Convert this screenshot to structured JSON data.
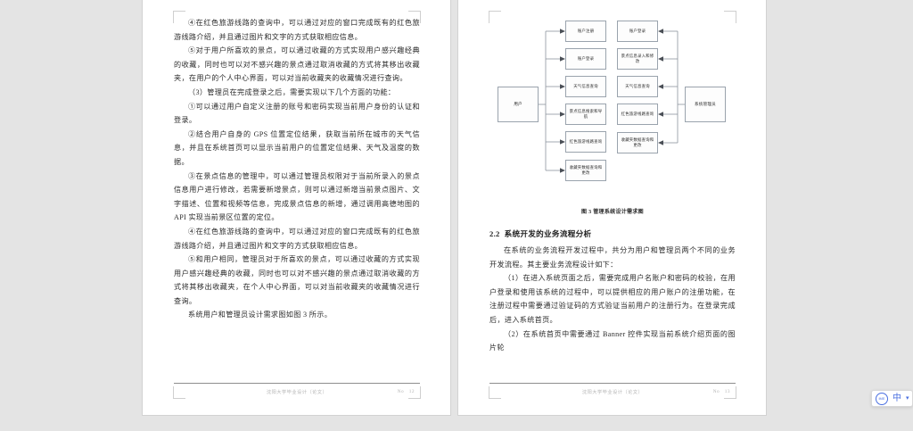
{
  "app": {
    "background_color": "#e4e4e4",
    "page_color": "#ffffff"
  },
  "left_page": {
    "paragraphs": [
      "④在红色旅游线路的查询中，可以通过对应的窗口完成既有的红色旅游线路介绍，并且通过图片和文字的方式获取相应信息。",
      "⑤对于用户所喜欢的景点，可以通过收藏的方式实现用户感兴趣经典的收藏，同时也可以对不感兴趣的景点通过取消收藏的方式将其移出收藏夹，在用户的个人中心界面，可以对当前收藏夹的收藏情况进行查询。",
      "（3）管理员在完成登录之后，需要实现以下几个方面的功能：",
      "①可以通过用户自定义注册的账号和密码实现当前用户身份的认证和登录。",
      "②结合用户自身的 GPS 位置定位结果，获取当前所在城市的天气信息，并且在系统首页可以显示当前用户的位置定位结果、天气及温度的数据。",
      "③在景点信息的管理中，可以通过管理员权限对于当前所录入的景点信息用户进行修改，若需要新增景点，则可以通过新增当前景点图片、文字描述、位置和视频等信息，完成景点信息的新增，通过调用高德地图的 API 实现当前景区位置的定位。",
      "④在红色旅游线路的查询中，可以通过对应的窗口完成既有的红色旅游线路介绍，并且通过图片和文字的方式获取相应信息。",
      "⑤和用户相同，管理员对于所喜欢的景点，可以通过收藏的方式实现用户感兴趣经典的收藏，同时也可以对不感兴趣的景点通过取消收藏的方式将其移出收藏夹，在个人中心界面，可以对当前收藏夹的收藏情况进行查询。",
      "系统用户和管理员设计需求图如图 3 所示。"
    ],
    "footer": {
      "text": "沈阳大学毕业设计（论文）",
      "page_label": "No",
      "page_number": "12"
    }
  },
  "right_page": {
    "figure": {
      "caption": "图 3 管理系统设计需求图",
      "actors": [
        {
          "id": "user",
          "label": "用户"
        },
        {
          "id": "admin",
          "label": "系统管理员"
        }
      ],
      "user_usecases": [
        "账户注册",
        "账户登录",
        "天气信息查询",
        "景点信息搜索和导航",
        "红色旅游线路查询",
        "收藏夹数据查询和更改"
      ],
      "admin_usecases": [
        "账户登录",
        "景点信息录入和修改",
        "天气信息查询",
        "红色旅游线路查询",
        "收藏夹数据查询和更改"
      ]
    },
    "section": {
      "number": "2.2",
      "title": "系统开发的业务流程分析"
    },
    "paragraphs": [
      "在系统的业务流程开发过程中，共分为用户和管理员两个不同的业务开发流程。其主要业务流程设计如下：",
      "（1）在进入系统页面之后，需要完成用户名账户和密码的校验，在用户登录和使用该系统的过程中，可以提供相应的用户账户的注册功能，在注册过程中需要通过验证码的方式验证当前用户的注册行为。在登录完成后，进入系统首页。",
      "（2）在系统首页中需要通过 Banner 控件实现当前系统介绍页面的图片轮"
    ],
    "footer": {
      "text": "沈阳大学毕业设计（论文）",
      "page_label": "No",
      "page_number": "13"
    }
  },
  "ime_toolbar": {
    "logo_text": "IME",
    "mode": "中",
    "more": "▾"
  }
}
